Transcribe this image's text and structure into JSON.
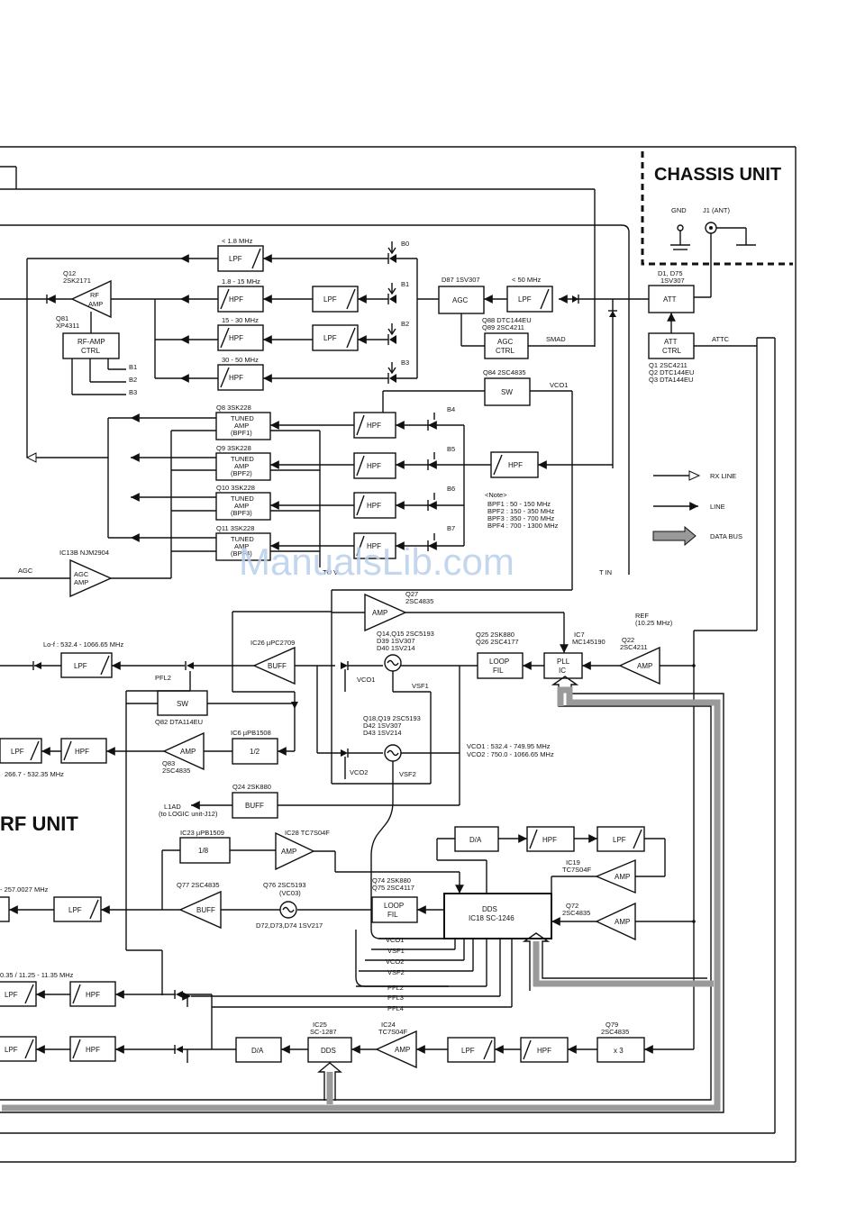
{
  "chassis": {
    "title": "CHASSIS UNIT",
    "gnd": "GND",
    "j1": "J1 (ANT)"
  },
  "unit_title": "RF UNIT",
  "watermark": "ManualsLib.com",
  "legend": {
    "rx_line": "RX LINE",
    "line": "LINE",
    "data_bus": "DATA BUS"
  },
  "note": {
    "title": "<Note>",
    "bpf1": "BPF1 :  50 - 150 MHz",
    "bpf2": "BPF2 : 150 - 350 MHz",
    "bpf3": "BPF3 : 350 - 700 MHz",
    "bpf4": "BPF4 : 700 - 1300 MHz"
  },
  "filters": {
    "lpf_18": "< 1.8 MHz",
    "hpf_18_15": "1.8 - 15 MHz",
    "hpf_15_30": "15 - 30 MHz",
    "hpf_30_50": "30 - 50 MHz",
    "lpf_50": "< 50 MHz",
    "lpf": "LPF",
    "hpf": "HPF"
  },
  "blocks": {
    "att": "ATT",
    "att_ctrl": [
      "ATT",
      "CTRL"
    ],
    "agc": "AGC",
    "agc_ctrl": [
      "AGC",
      "CTRL"
    ],
    "sw": "SW",
    "rf_amp": [
      "RF",
      "AMP"
    ],
    "rf_amp_ctrl": [
      "RF-AMP",
      "CTRL"
    ],
    "tuned1": [
      "TUNED",
      "AMP",
      "(BPF1)"
    ],
    "tuned2": [
      "TUNED",
      "AMP",
      "(BPF2)"
    ],
    "tuned3": [
      "TUNED",
      "AMP",
      "(BPF3)"
    ],
    "tuned4": [
      "TUNED",
      "AMP",
      "(BPF4)"
    ],
    "agc_amp": [
      "AGC",
      "AMP"
    ],
    "amp": "AMP",
    "buff": "BUFF",
    "loop_fil": [
      "LOOP",
      "FIL"
    ],
    "pll": [
      "PLL",
      "IC"
    ],
    "half": "1/2",
    "eighth": "1/8",
    "da": "D/A",
    "dds": "DDS",
    "dds18": [
      "DDS",
      "IC18  SC-1246"
    ],
    "x3": "x 3"
  },
  "labels": {
    "d1": "D1, D75",
    "d1b": "1SV307",
    "q1": "Q1   2SC4211",
    "q2": "Q2  DTC144EU",
    "q3": "Q3  DTA144EU",
    "attc": "ATTC",
    "d87": "D87 1SV307",
    "q88": "Q88 DTC144EU",
    "q89": "Q89 2SC4211",
    "smad": "SMAD",
    "q84": "Q84 2SC4835",
    "vco1": "VCO1",
    "q12": "Q12",
    "q12b": "2SK2171",
    "q81": "Q81",
    "q81b": "XP4311",
    "b0": "B0",
    "b1": "B1",
    "b2": "B2",
    "b3": "B3",
    "b4": "B4",
    "b5": "B5",
    "b6": "B6",
    "b7": "B7",
    "q8": "Q8    3SK228",
    "q9": "Q9    3SK228",
    "q10": "Q10   3SK228",
    "q11": "Q11   3SK228",
    "ic13b": "IC13B  NJM2904",
    "agc": "AGC",
    "tu": "TU V",
    "tin": "T IN",
    "q27": "Q27",
    "q27b": "2SC4835",
    "lof": "Lo-f : 532.4 - 1066.65 MHz",
    "ic26": "IC26   µPC2709",
    "q14": "Q14,Q15  2SC5193",
    "d39": "D39  1SV307",
    "d40": "D40  1SV214",
    "q25": "Q25  2SK880",
    "q26": "Q26  2SC4177",
    "ic7": "IC7",
    "ic7b": "MC145190",
    "q22": "Q22",
    "q22b": "2SC4211",
    "ref": "REF",
    "refb": "(10.25 MHz)",
    "pfl2": "PFL2",
    "vsf1": "VSF1",
    "q82": "Q82  DTA114EU",
    "ic6": "IC6   µPB1508",
    "q18": "Q18,Q19  2SC5193",
    "d42": "D42  1SV307",
    "d43": "D43  1SV214",
    "vco1r": "VCO1 : 532.4 - 749.95 MHz",
    "vco2r": "VCO2 : 750.0 - 1066.65 MHz",
    "q83": "Q83",
    "q83b": "2SC4835",
    "f266": "266.7 - 532.35 MHz",
    "vco2": "VCO2",
    "vsf2": "VSF2",
    "q24": "Q24   2SK880",
    "l1ad": "L1AD",
    "l1adb": "(to LOGIC unit-J12)",
    "ic23": "IC23   µPB1509",
    "ic28": "IC28   TC7S04F",
    "ic19": "IC19",
    "ic19b": "TC7S04F",
    "f257": "- 257.0027 MHz",
    "q77": "Q77   2SC4835",
    "q76": "Q76   2SC5193",
    "vc03": "(VC03)",
    "d72": "D72,D73,D74   1SV217",
    "q74": "Q74  2SK880",
    "q75": "Q75  2SC4117",
    "q72": "Q72",
    "q72b": "2SC4835",
    "bus1": "VCO1",
    "bus2": "VSF1",
    "bus3": "VCO2",
    "bus4": "VSF2",
    "bus5": "PFL2",
    "bus6": "PFL3",
    "bus7": "PFL4",
    "f035": "0.35 / 11.25 - 11.35 MHz",
    "ic25": "IC25",
    "ic25b": "SC-1287",
    "ic24": "IC24",
    "ic24b": "TC7S04F",
    "q79": "Q79",
    "q79b": "2SC4835"
  }
}
